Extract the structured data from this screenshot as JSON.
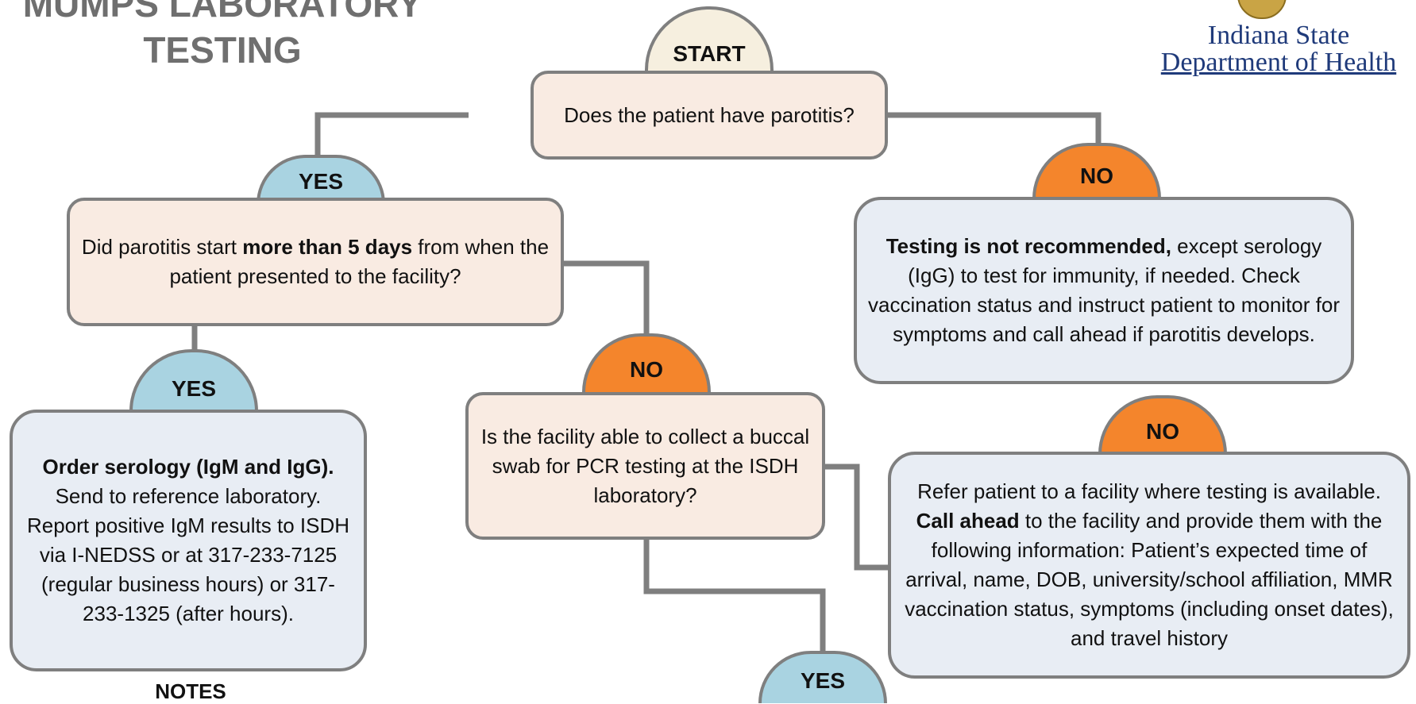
{
  "title": [
    "MUMPS LABORATORY",
    "TESTING"
  ],
  "logo": {
    "line1": "Indiana State",
    "line2": "Department of Health"
  },
  "start_label": "START",
  "yes_label": "YES",
  "no_label": "NO",
  "q1": "Does the patient have parotitis?",
  "q2": {
    "before": "Did parotitis start ",
    "bold": "more than 5 days",
    "after": " from when the patient presented to the facility?"
  },
  "q3": "Is the facility able to collect a buccal swab for PCR testing at the ISDH laboratory?",
  "not_recommended": {
    "bold": "Testing is not recommended,",
    "rest": " except serology (IgG) to test for immunity, if needed. Check vaccination status and instruct patient to monitor for symptoms and call ahead if parotitis develops."
  },
  "serology": {
    "bold": "Order serology (IgM and IgG).",
    "rest": " Send to reference laboratory. Report positive IgM results to ISDH via I-NEDSS or at 317-233-7125 (regular business hours) or 317-233-1325 (after hours)."
  },
  "refer": {
    "before": "Refer patient to a facility where testing is available. ",
    "bold": "Call ahead",
    "after": " to the facility and provide them with the following information: Patient’s expected time of arrival, name, DOB, university/school affiliation, MMR vaccination status,   symptoms (including onset dates), and travel history"
  },
  "notes_label": "NOTES",
  "colors": {
    "yes": "#a9d3e1",
    "no": "#f4852c",
    "question_box": "#f9ebe2",
    "outcome_box": "#e8edf4",
    "connector": "#7f7f7f"
  }
}
